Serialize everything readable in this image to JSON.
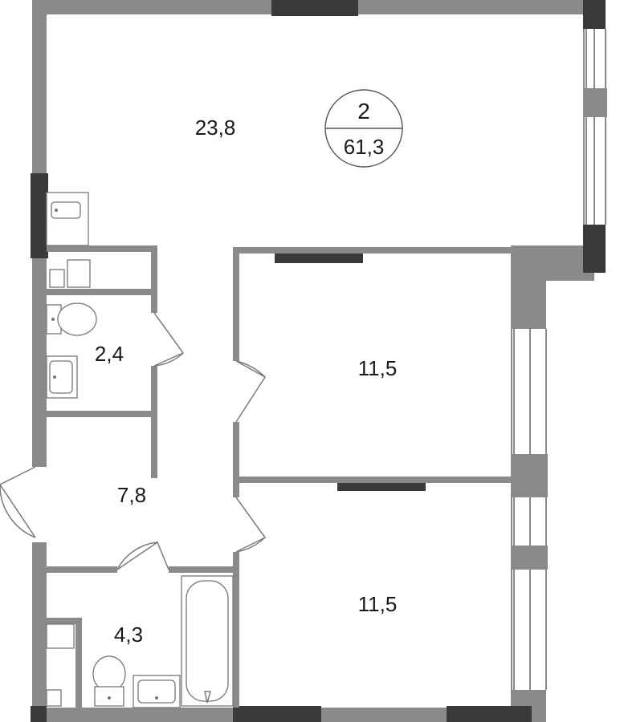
{
  "apartment": {
    "rooms_count": "2",
    "total_area": "61,3"
  },
  "rooms": {
    "living_room": "23,8",
    "bedroom_1": "11,5",
    "bedroom_2": "11,5",
    "hallway": "7,8",
    "toilet": "2,4",
    "bathroom": "4,3"
  },
  "colors": {
    "wall": "#8a8a8a",
    "wall_dark": "#3a3a3a",
    "background": "#ffffff"
  }
}
